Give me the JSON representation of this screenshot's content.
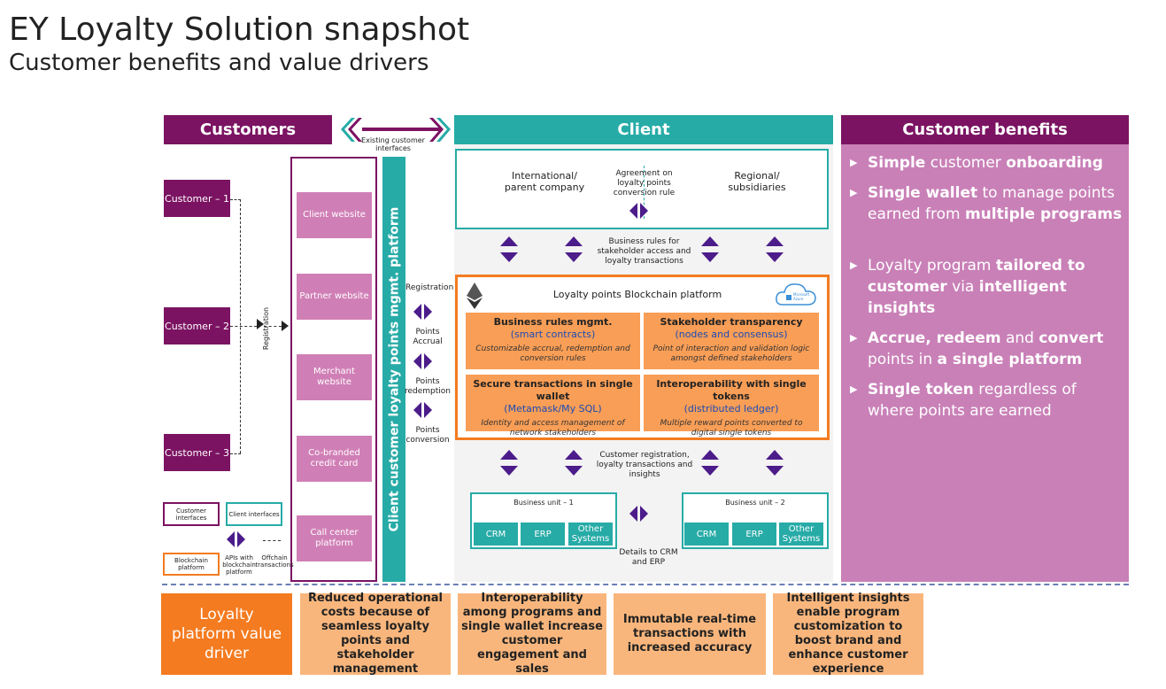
{
  "title": "EY Loyalty Solution snapshot",
  "subtitle": "Customer benefits and value drivers",
  "headers": {
    "customers": "Customers",
    "client": "Client",
    "benefits": "Customer benefits",
    "existing_interfaces": "Existing customer interfaces"
  },
  "customers": [
    "Customer – 1",
    "Customer – 2",
    "Customer – 3"
  ],
  "registration_label": "Registration",
  "customer_interfaces": [
    "Client website",
    "Partner website",
    "Merchant website",
    "Co-branded credit card",
    "Call center platform"
  ],
  "platform_label": "Client customer loyalty points mgmt. platform",
  "api_labels": [
    "Registration",
    "Points Accrual",
    "Points redemption",
    "Points conversion"
  ],
  "client_top": {
    "left": "International/ parent company",
    "middle": "Agreement on loyalty points conversion rule",
    "right": "Regional/ subsidiaries"
  },
  "business_rules_label": "Business rules for stakeholder access and loyalty transactions",
  "blockchain": {
    "title": "Loyalty points Blockchain platform",
    "ethereum_label": "ethereum",
    "azure_label": "Microsoft Azure",
    "features": [
      {
        "title": "Business rules mgmt.",
        "sub": "(smart contracts)",
        "desc": "Customizable accrual, redemption and conversion rules"
      },
      {
        "title": "Stakeholder transparency",
        "sub": "(nodes and consensus)",
        "desc": "Point of interaction and validation logic amongst defined stakeholders"
      },
      {
        "title": "Secure transactions in single wallet",
        "sub": "(Metamask/My SQL)",
        "desc": "Identity and access management of network stakeholders"
      },
      {
        "title": "Interoperability with single tokens",
        "sub": "(distributed ledger)",
        "desc": "Multiple reward points converted to digital single tokens"
      }
    ]
  },
  "registration_insights_label": "Customer registration, loyalty transactions and insights",
  "business_units": [
    {
      "name": "Business unit – 1",
      "systems": [
        "CRM",
        "ERP",
        "Other Systems"
      ]
    },
    {
      "name": "Business unit – 2",
      "systems": [
        "CRM",
        "ERP",
        "Other Systems"
      ]
    }
  ],
  "details_label": "Details to CRM and ERP",
  "legend": {
    "customer_interfaces": "Customer interfaces",
    "client_interfaces": "Client interfaces",
    "apis": "APIs with blockchain platform",
    "offchain": "Offchain transactions",
    "blockchain_platform": "Blockchain platform"
  },
  "benefits": [
    [
      {
        "t": "Simple",
        "b": true
      },
      {
        "t": " customer ",
        "b": false
      },
      {
        "t": "onboarding",
        "b": true
      }
    ],
    [
      {
        "t": "Single wallet",
        "b": true
      },
      {
        "t": " to manage points earned from ",
        "b": false
      },
      {
        "t": "multiple programs",
        "b": true
      }
    ],
    [
      {
        "t": "Loyalty program ",
        "b": false
      },
      {
        "t": "tailored to customer",
        "b": true
      },
      {
        "t": " via ",
        "b": false
      },
      {
        "t": "intelligent insights",
        "b": true
      }
    ],
    [
      {
        "t": "Accrue, redeem",
        "b": true
      },
      {
        "t": " and ",
        "b": false
      },
      {
        "t": "convert",
        "b": true
      },
      {
        "t": " points in ",
        "b": false
      },
      {
        "t": "a single platform",
        "b": true
      }
    ],
    [
      {
        "t": "Single token",
        "b": true
      },
      {
        "t": " regardless of where points are earned",
        "b": false
      }
    ]
  ],
  "value_driver_label": "Loyalty platform value driver",
  "value_drivers": [
    "Reduced operational costs because of seamless loyalty points and stakeholder management",
    "Interoperability among programs and single wallet increase customer engagement and sales",
    "Immutable real-time transactions with increased accuracy",
    "Intelligent insights enable program customization to boost brand and enhance customer experience"
  ],
  "colors": {
    "plum": "#7b1362",
    "teal": "#27aba7",
    "pink": "#c980b7",
    "orange": "#f47b20",
    "light_orange": "#f9b67c",
    "arrow": "#4b1c8a"
  }
}
